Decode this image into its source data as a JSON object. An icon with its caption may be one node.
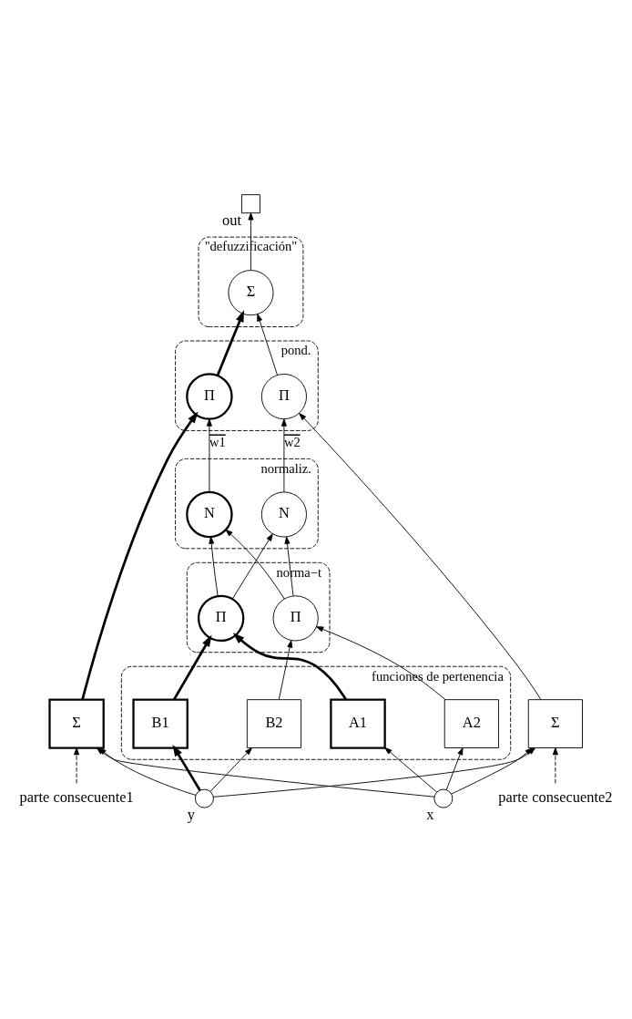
{
  "diagram": {
    "nodes": [
      {
        "text": [],
        "shape": "box",
        "beside": [
          "out"
        ]
      },
      {
        "text": [
          "\"defuzzificación\""
        ]
      },
      {
        "text": [
          "Σ"
        ],
        "in": 1
      },
      {
        "text": [
          "parte consecuente1"
        ]
      },
      {
        "text": [
          "parte consecuente2"
        ]
      },
      {
        "text": [
          "pond."
        ]
      },
      {
        "text": [
          "Π"
        ],
        "in": 5
      },
      {
        "text": [
          "Π"
        ],
        "in": 5
      },
      {
        "text": [
          "normaliz."
        ]
      },
      {
        "text": [
          "N"
        ],
        "in": 8
      },
      {
        "text": [
          "N"
        ],
        "in": 8
      },
      {
        "text": [
          "Σ"
        ]
      },
      {
        "text": [
          "norma−t"
        ]
      },
      {
        "text": [
          "Π"
        ],
        "in": 12
      },
      {
        "text": [
          "Π"
        ],
        "in": 12
      },
      {
        "text": [
          "Σ"
        ]
      },
      {
        "text": [
          "funciones de pertenencia"
        ]
      },
      {
        "text": [
          "A1"
        ],
        "in": 16
      },
      {
        "text": [
          "A2"
        ],
        "in": 16
      },
      {
        "text": [
          "B1"
        ],
        "in": 16
      },
      {
        "text": [
          "B2"
        ],
        "in": 16
      },
      {
        "text": [],
        "shape": "circle",
        "beside": [
          "x"
        ]
      },
      {
        "text": [],
        "shape": "circle",
        "beside": [
          "y"
        ]
      }
    ],
    "edges": [
      {
        "from": 2,
        "to": 0,
        "arrow": "to"
      },
      {
        "from": 6,
        "to": 2,
        "arrow": "to",
        "style": "thick"
      },
      {
        "from": 7,
        "to": 2,
        "arrow": "to"
      },
      {
        "from": 3,
        "to": 11,
        "arrow": "to",
        "style": "dashed"
      },
      {
        "from": 4,
        "to": 15,
        "arrow": "to",
        "style": "dashed"
      },
      {
        "from": 11,
        "to": 6,
        "arrow": "to",
        "style": "thick"
      },
      {
        "from": 15,
        "to": 7,
        "arrow": "to"
      },
      {
        "from": 9,
        "to": 6,
        "arrow": "to",
        "label": "w1"
      },
      {
        "from": 10,
        "to": 7,
        "arrow": "to",
        "label": "w2"
      },
      {
        "from": 13,
        "to": 9,
        "arrow": "to"
      },
      {
        "from": 13,
        "to": 10,
        "arrow": "to"
      },
      {
        "from": 14,
        "to": 9,
        "arrow": "to"
      },
      {
        "from": 14,
        "to": 10,
        "arrow": "to"
      },
      {
        "from": 17,
        "to": 13,
        "arrow": "to",
        "style": "thick"
      },
      {
        "from": 19,
        "to": 13,
        "arrow": "to",
        "style": "thick"
      },
      {
        "from": 18,
        "to": 14,
        "arrow": "to"
      },
      {
        "from": 20,
        "to": 14,
        "arrow": "to"
      },
      {
        "from": 21,
        "to": 17,
        "arrow": "to"
      },
      {
        "from": 21,
        "to": 18,
        "arrow": "to"
      },
      {
        "from": 22,
        "to": 19,
        "arrow": "to",
        "style": "thick"
      },
      {
        "from": 22,
        "to": 20,
        "arrow": "to"
      },
      {
        "from": 21,
        "to": 11,
        "arrow": "to"
      },
      {
        "from": 22,
        "to": 11,
        "arrow": "to"
      },
      {
        "from": 21,
        "to": 15,
        "arrow": "to"
      },
      {
        "from": 22,
        "to": 15,
        "arrow": "to"
      }
    ]
  }
}
